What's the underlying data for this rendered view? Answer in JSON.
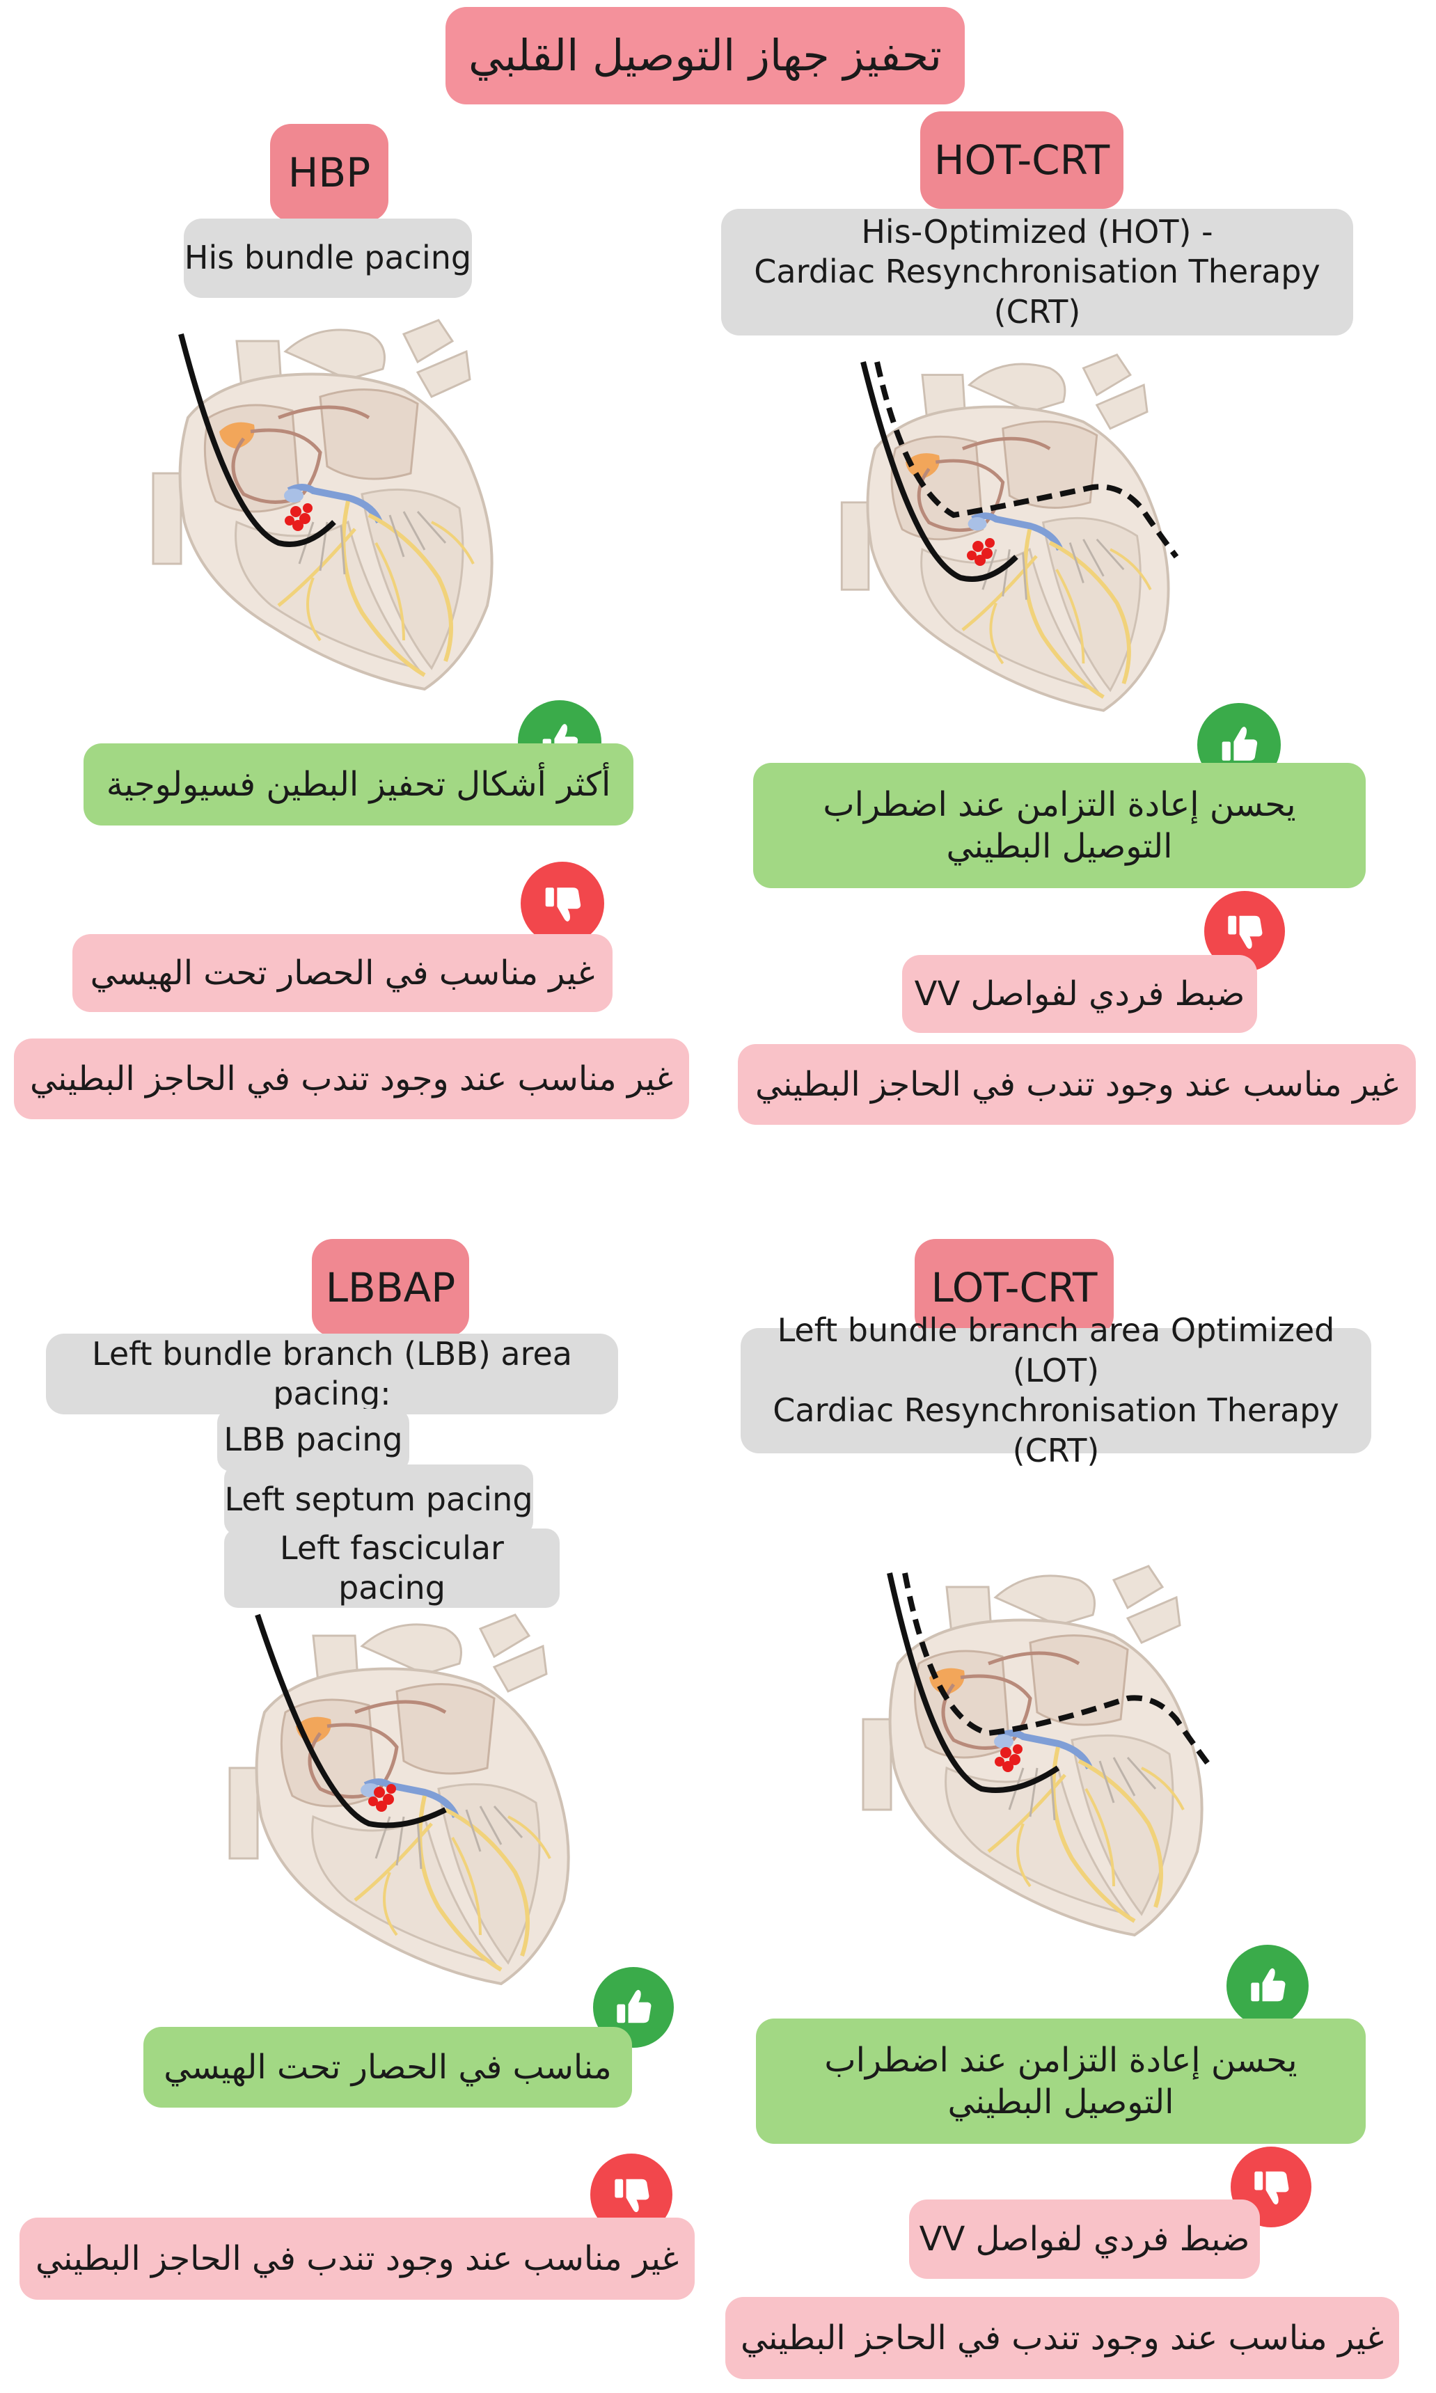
{
  "title": "تحفيز جهاز التوصيل القلبي",
  "quadrants": {
    "hbp": {
      "label": "HBP",
      "description": [
        "His bundle pacing"
      ],
      "pros": [
        "أكثر أشكال تحفيز البطين فسيولوجية"
      ],
      "cons": [
        "غير مناسب في الحصار تحت الهيسي",
        "غير مناسب عند وجود تندب في الحاجز البطيني"
      ]
    },
    "hot_crt": {
      "label": "HOT-CRT",
      "description": [
        "His-Optimized (HOT) -",
        "Cardiac Resynchronisation Therapy (CRT)"
      ],
      "pros": [
        "يحسن إعادة التزامن عند اضطراب التوصيل البطيني"
      ],
      "cons": [
        "ضبط فردي لفواصل VV",
        "غير مناسب عند وجود تندب في الحاجز البطيني"
      ]
    },
    "lbbap": {
      "label": "LBBAP",
      "description": [
        "Left bundle branch (LBB) area pacing:",
        "LBB pacing",
        "Left septum pacing",
        "Left fascicular pacing"
      ],
      "pros": [
        "مناسب في الحصار تحت الهيسي"
      ],
      "cons": [
        "غير مناسب عند وجود تندب في الحاجز البطيني"
      ]
    },
    "lot_crt": {
      "label": "LOT-CRT",
      "description": [
        "Left bundle branch area Optimized (LOT)",
        "Cardiac Resynchronisation Therapy (CRT)"
      ],
      "pros": [
        "يحسن إعادة التزامن عند اضطراب التوصيل البطيني"
      ],
      "cons": [
        "ضبط فردي لفواصل VV",
        "غير مناسب عند وجود تندب في الحاجز البطيني"
      ]
    }
  },
  "colors": {
    "title_bg": "#f4919b",
    "label_bg": "#f08891",
    "description_bg": "#dcdcdc",
    "pro_bg": "#a2d884",
    "con_bg": "#f9c2c8",
    "thumb_up": "#3aab4a",
    "thumb_down": "#f2474c"
  },
  "icons": [
    "thumbs-up-icon",
    "thumbs-down-icon",
    "heart-illustration"
  ]
}
